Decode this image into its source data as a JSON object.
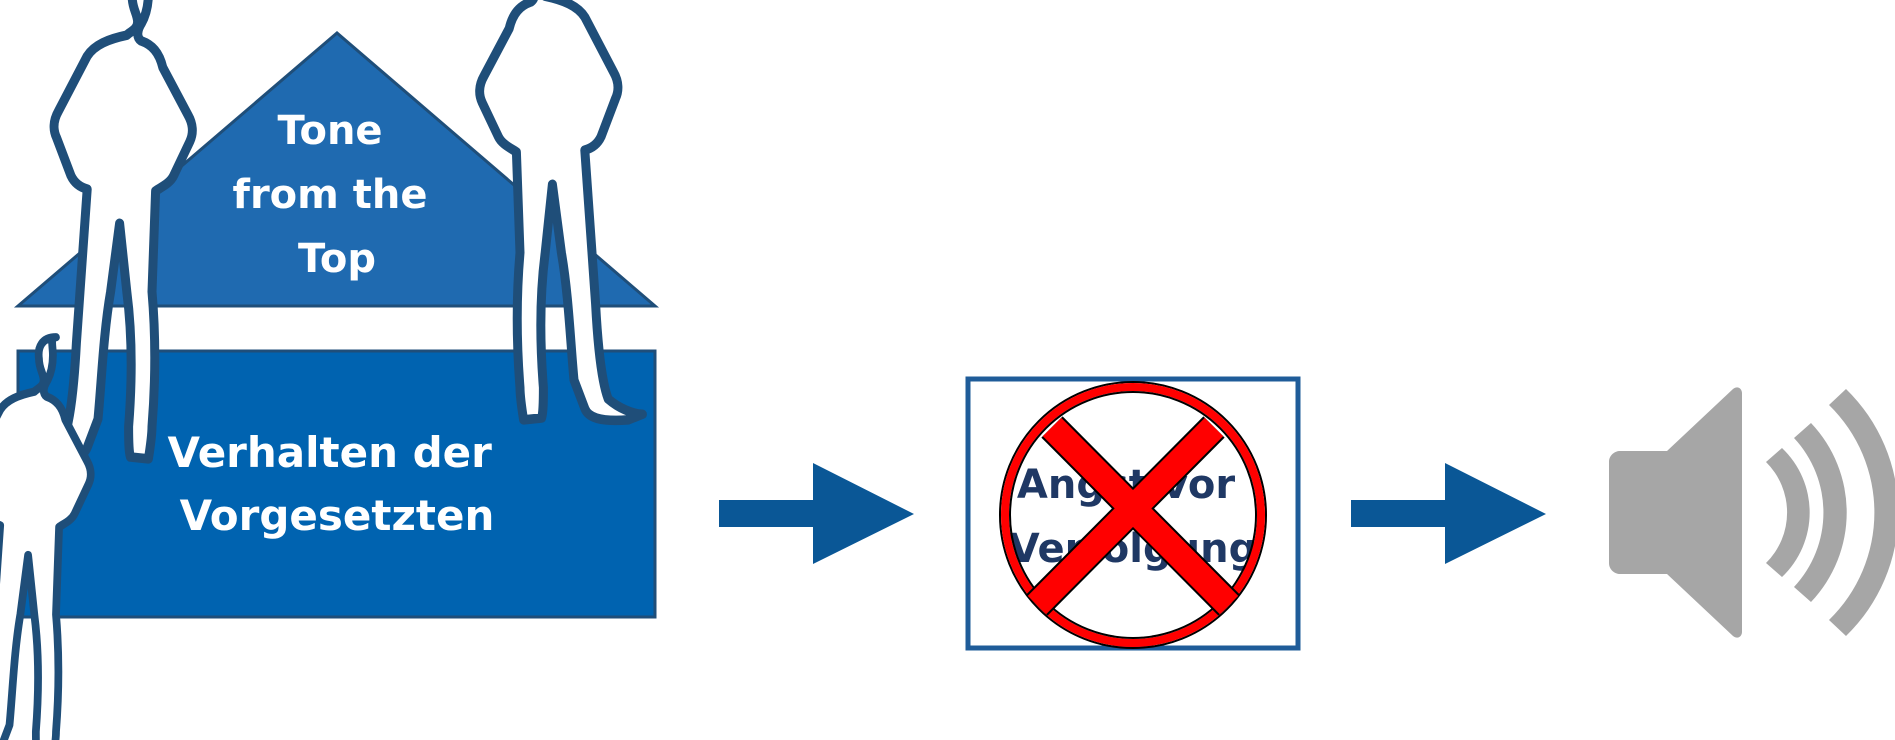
{
  "roof": {
    "lines": [
      "Tone",
      "from the",
      "Top"
    ]
  },
  "base": {
    "lines": [
      "Verhalten der",
      "Vorgesetzten"
    ]
  },
  "middle_box": {
    "lines": [
      "Angst vor",
      "Verfolgung"
    ]
  },
  "colors": {
    "roof_fill": "#1f6ab0",
    "base_fill": "#0063b0",
    "outline": "#1f4e79",
    "arrow": "#0a5796",
    "box_border": "#1f5c99",
    "cross_red": "#ff0000",
    "speaker_gray": "#a6a6a6"
  },
  "icons": [
    "person-icon",
    "person-icon",
    "person-icon",
    "prohibited-cross-icon",
    "speaker-icon"
  ]
}
